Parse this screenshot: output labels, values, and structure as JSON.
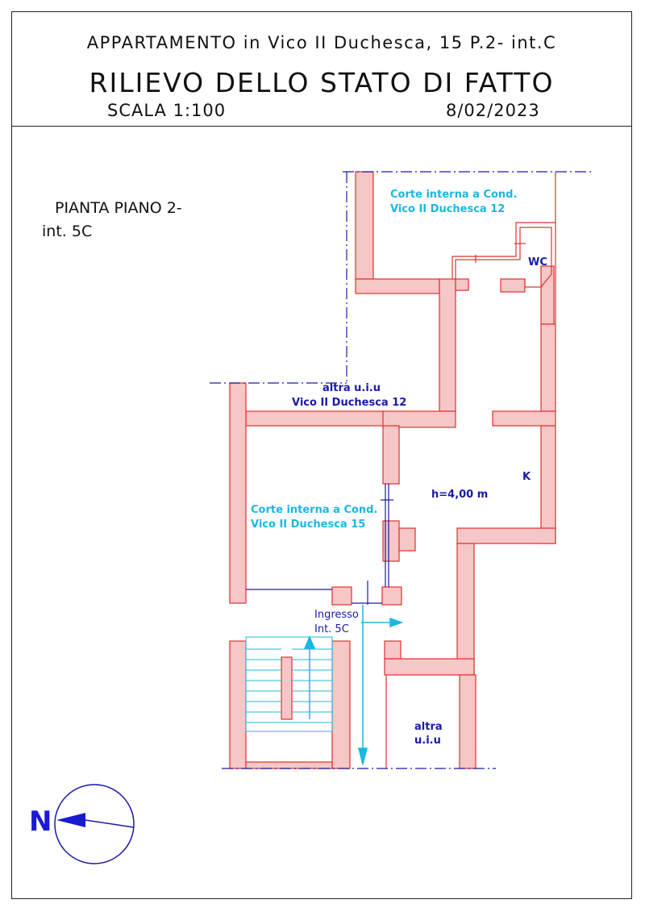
{
  "title": {
    "line1": "APPARTAMENTO in Vico II Duchesca, 15 P.2- int.C",
    "line2": "RILIEVO DELLO STATO DI FATTO",
    "scale": "SCALA 1:100",
    "date": "8/02/2023"
  },
  "plan": {
    "label_line1": "PIANTA PIANO 2-",
    "label_line2": "int. 5C",
    "courtyard_12_line1": "Corte interna a Cond.",
    "courtyard_12_line2": "Vico II Duchesca 12",
    "wc": "WC",
    "other_unit_12_line1": "altra u.i.u",
    "other_unit_12_line2": "Vico II Duchesca 12",
    "kitchen": "K",
    "height": "h=4,00 m",
    "courtyard_15_line1": "Corte interna a Cond.",
    "courtyard_15_line2": "Vico II Duchesca 15",
    "entrance_line1": "Ingresso",
    "entrance_line2": "Int. 5C",
    "other_unit_line1": "altra",
    "other_unit_line2": "u.i.u",
    "north": "N"
  },
  "colors": {
    "wall_fill": "#f7c6c6",
    "wall_stroke": "#e03030",
    "cyan": "#1ab8e0",
    "blue": "#1a1aa8",
    "north_blue": "#1a1ad0"
  }
}
